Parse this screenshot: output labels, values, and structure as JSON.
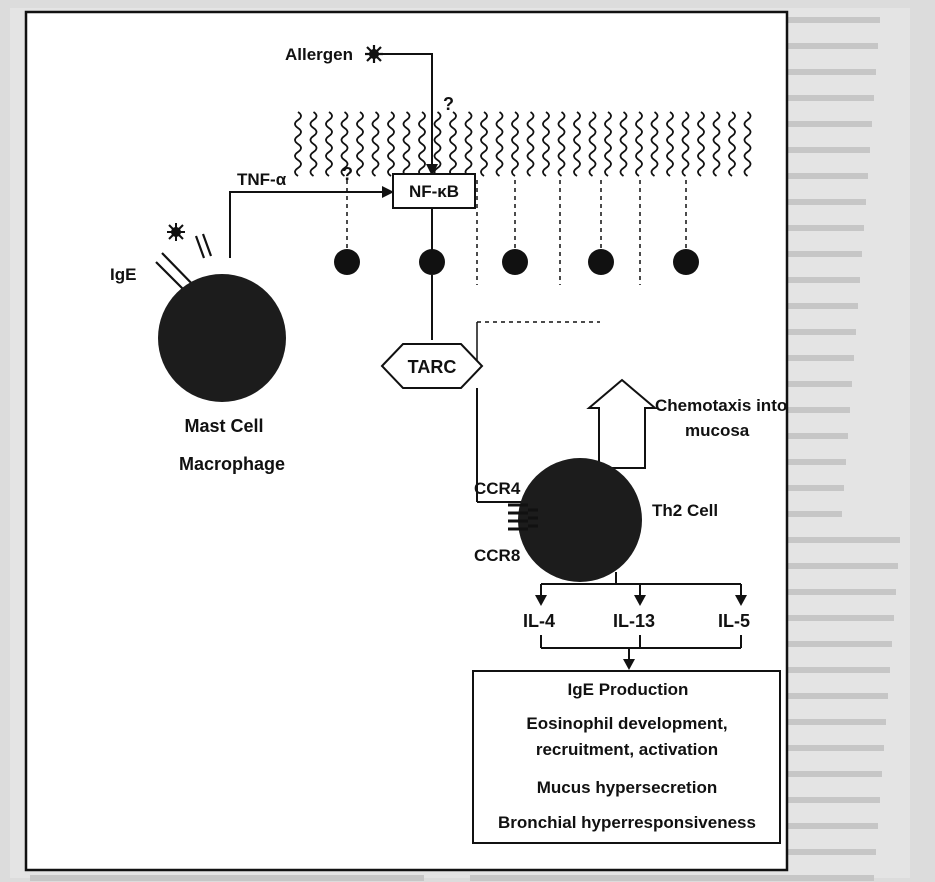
{
  "diagram": {
    "allergen": "Allergen",
    "question_mark_1": "?",
    "question_mark_2": "?",
    "tnf_alpha": "TNF-α",
    "nfkb": "NF-κB",
    "ige": "IgE",
    "tarc": "TARC",
    "mast_cell": "Mast Cell",
    "macrophage": "Macrophage",
    "chemotaxis_line1": "Chemotaxis into",
    "chemotaxis_line2": "mucosa",
    "ccr4": "CCR4",
    "ccr8": "CCR8",
    "th2_cell": "Th2 Cell",
    "il4": "IL-4",
    "il13": "IL-13",
    "il5": "IL-5",
    "outcomes": {
      "ige_production": "IgE Production",
      "eosinophil_line1": "Eosinophil development,",
      "eosinophil_line2": "recruitment, activation",
      "mucus": "Mucus hypersecretion",
      "bronchial": "Bronchial hyperresponsiveness"
    }
  },
  "colors": {
    "ink": "#111111",
    "cell_fill": "#1c1c1c",
    "box_fill": "#ffffff",
    "page_bg": "#d9d9d9"
  }
}
